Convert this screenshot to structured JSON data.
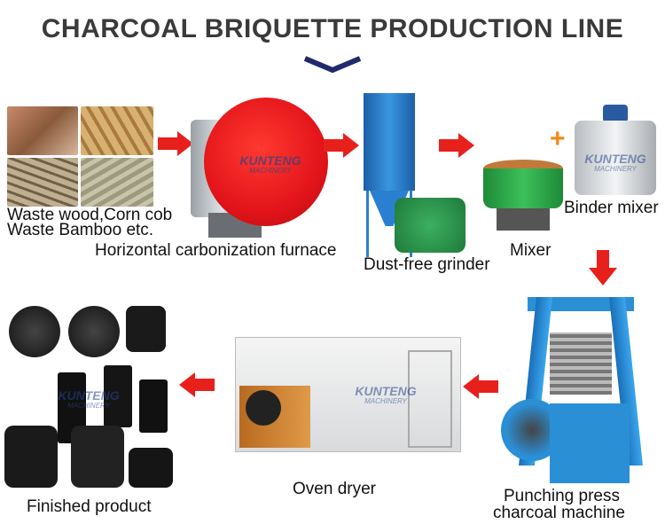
{
  "title": "CHARCOAL BRIQUETTE PRODUCTION LINE",
  "watermark": {
    "brand": "KUNTENG",
    "sub": "MACHINERY"
  },
  "steps": [
    {
      "label_lines": [
        "Waste wood,Corn cob",
        "Waste Bamboo etc."
      ]
    },
    {
      "label": "Horizontal carbonization furnace"
    },
    {
      "label": "Dust-free grinder"
    },
    {
      "label": "Mixer"
    },
    {
      "label": "Binder mixer"
    },
    {
      "label_lines": [
        "Punching press",
        "charcoal machine"
      ]
    },
    {
      "label": "Oven dryer"
    },
    {
      "label": "Finished product"
    }
  ],
  "plus_symbol": "+",
  "colors": {
    "arrow": "#e8201c",
    "title": "#3a3a3a",
    "chevron": "#1f2a6b",
    "furnace": "#e3141a",
    "grinder": "#2a7fd0",
    "mixer": "#2fb24a",
    "press": "#2b8fd6",
    "oven": "#c87a2a"
  }
}
